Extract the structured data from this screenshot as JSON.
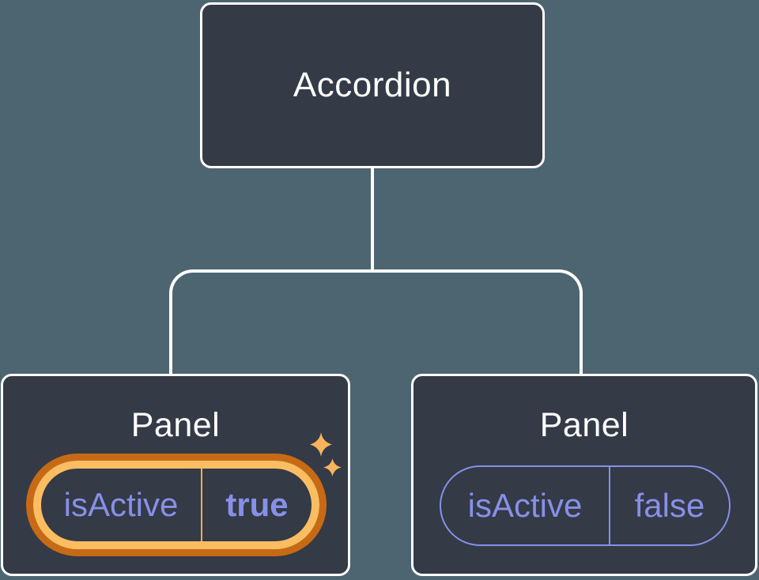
{
  "colors": {
    "background": "#4D6570",
    "card": "#343A46",
    "line": "#FFFFFF",
    "title": "#FFFFFF",
    "purple": "#8790E8",
    "orange_dark": "#C76A15",
    "orange_light": "#FABD62",
    "orange_divider": "#F0AD53",
    "sparkle": "#F7B45C"
  },
  "diagram": {
    "root": {
      "label": "Accordion"
    },
    "panels": [
      {
        "label": "Panel",
        "highlighted": true,
        "state": {
          "key": "isActive",
          "value": "true"
        }
      },
      {
        "label": "Panel",
        "highlighted": false,
        "state": {
          "key": "isActive",
          "value": "false"
        }
      }
    ]
  },
  "icons": {
    "sparkle_large": "sparkle-icon",
    "sparkle_small": "sparkle-icon"
  }
}
